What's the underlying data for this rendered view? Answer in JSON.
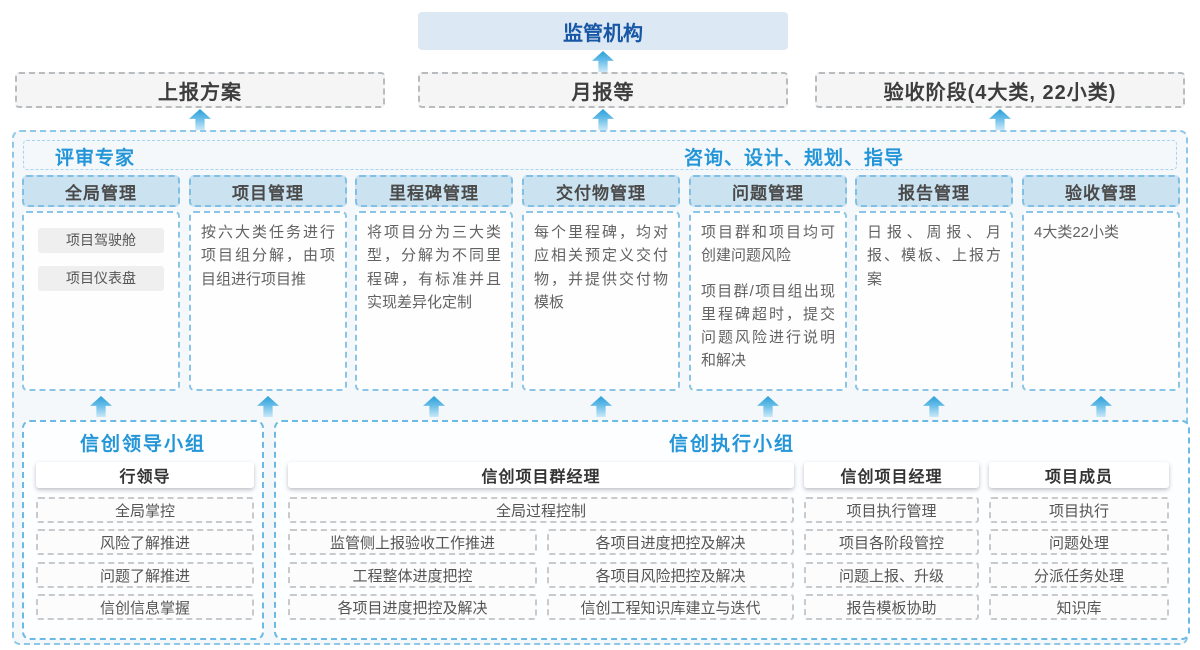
{
  "top": {
    "regulator_label": "监管机构",
    "boxes": [
      {
        "label": "上报方案"
      },
      {
        "label": "月报等"
      },
      {
        "label": "验收阶段(4大类, 22小类)"
      }
    ]
  },
  "middle": {
    "left_title": "评审专家",
    "right_title": "咨询、设计、规划、指导",
    "columns": [
      {
        "header": "全局管理",
        "buttons": [
          "项目驾驶舱",
          "项目仪表盘"
        ]
      },
      {
        "header": "项目管理",
        "paragraphs": [
          "按六大类任务进行项目组分解，由项目组进行项目推"
        ]
      },
      {
        "header": "里程碑管理",
        "paragraphs": [
          "将项目分为三大类型，分解为不同里程碑，有标准并且实现差异化定制"
        ]
      },
      {
        "header": "交付物管理",
        "paragraphs": [
          "每个里程碑，均对应相关预定义交付物，并提供交付物模板"
        ]
      },
      {
        "header": "问题管理",
        "paragraphs": [
          "项目群和项目均可创建问题风险",
          "项目群/项目组出现里程碑超时，提交问题风险进行说明和解决"
        ]
      },
      {
        "header": "报告管理",
        "paragraphs": [
          "日报、周报、月报、模板、上报方案"
        ]
      },
      {
        "header": "验收管理",
        "paragraphs": [
          "4大类22小类"
        ]
      }
    ]
  },
  "bottom": {
    "leadership": {
      "title": "信创领导小组",
      "role": "行领导",
      "items": [
        "全局掌控",
        "风险了解推进",
        "问题了解推进",
        "信创信息掌握"
      ]
    },
    "execution": {
      "title": "信创执行小组",
      "program_manager": {
        "role": "信创项目群经理",
        "full_item": "全局过程控制",
        "left_items": [
          "监管侧上报验收工作推进",
          "工程整体进度把控",
          "各项目进度把控及解决"
        ],
        "right_items": [
          "各项目进度把控及解决",
          "各项目风险把控及解决",
          "信创工程知识库建立与迭代"
        ]
      },
      "project_manager": {
        "role": "信创项目经理",
        "items": [
          "项目执行管理",
          "项目各阶段管控",
          "问题上报、升级",
          "报告模板协助"
        ]
      },
      "member": {
        "role": "项目成员",
        "items": [
          "项目执行",
          "问题处理",
          "分派任务处理",
          "知识库"
        ]
      }
    }
  },
  "colors": {
    "accent_blue": "#2496d8",
    "dark_blue": "#1757a6",
    "arrow_blue": "#2b9fd9",
    "column_header_fill": "#cbe3f1",
    "panel_border": "#8fc7e9"
  }
}
